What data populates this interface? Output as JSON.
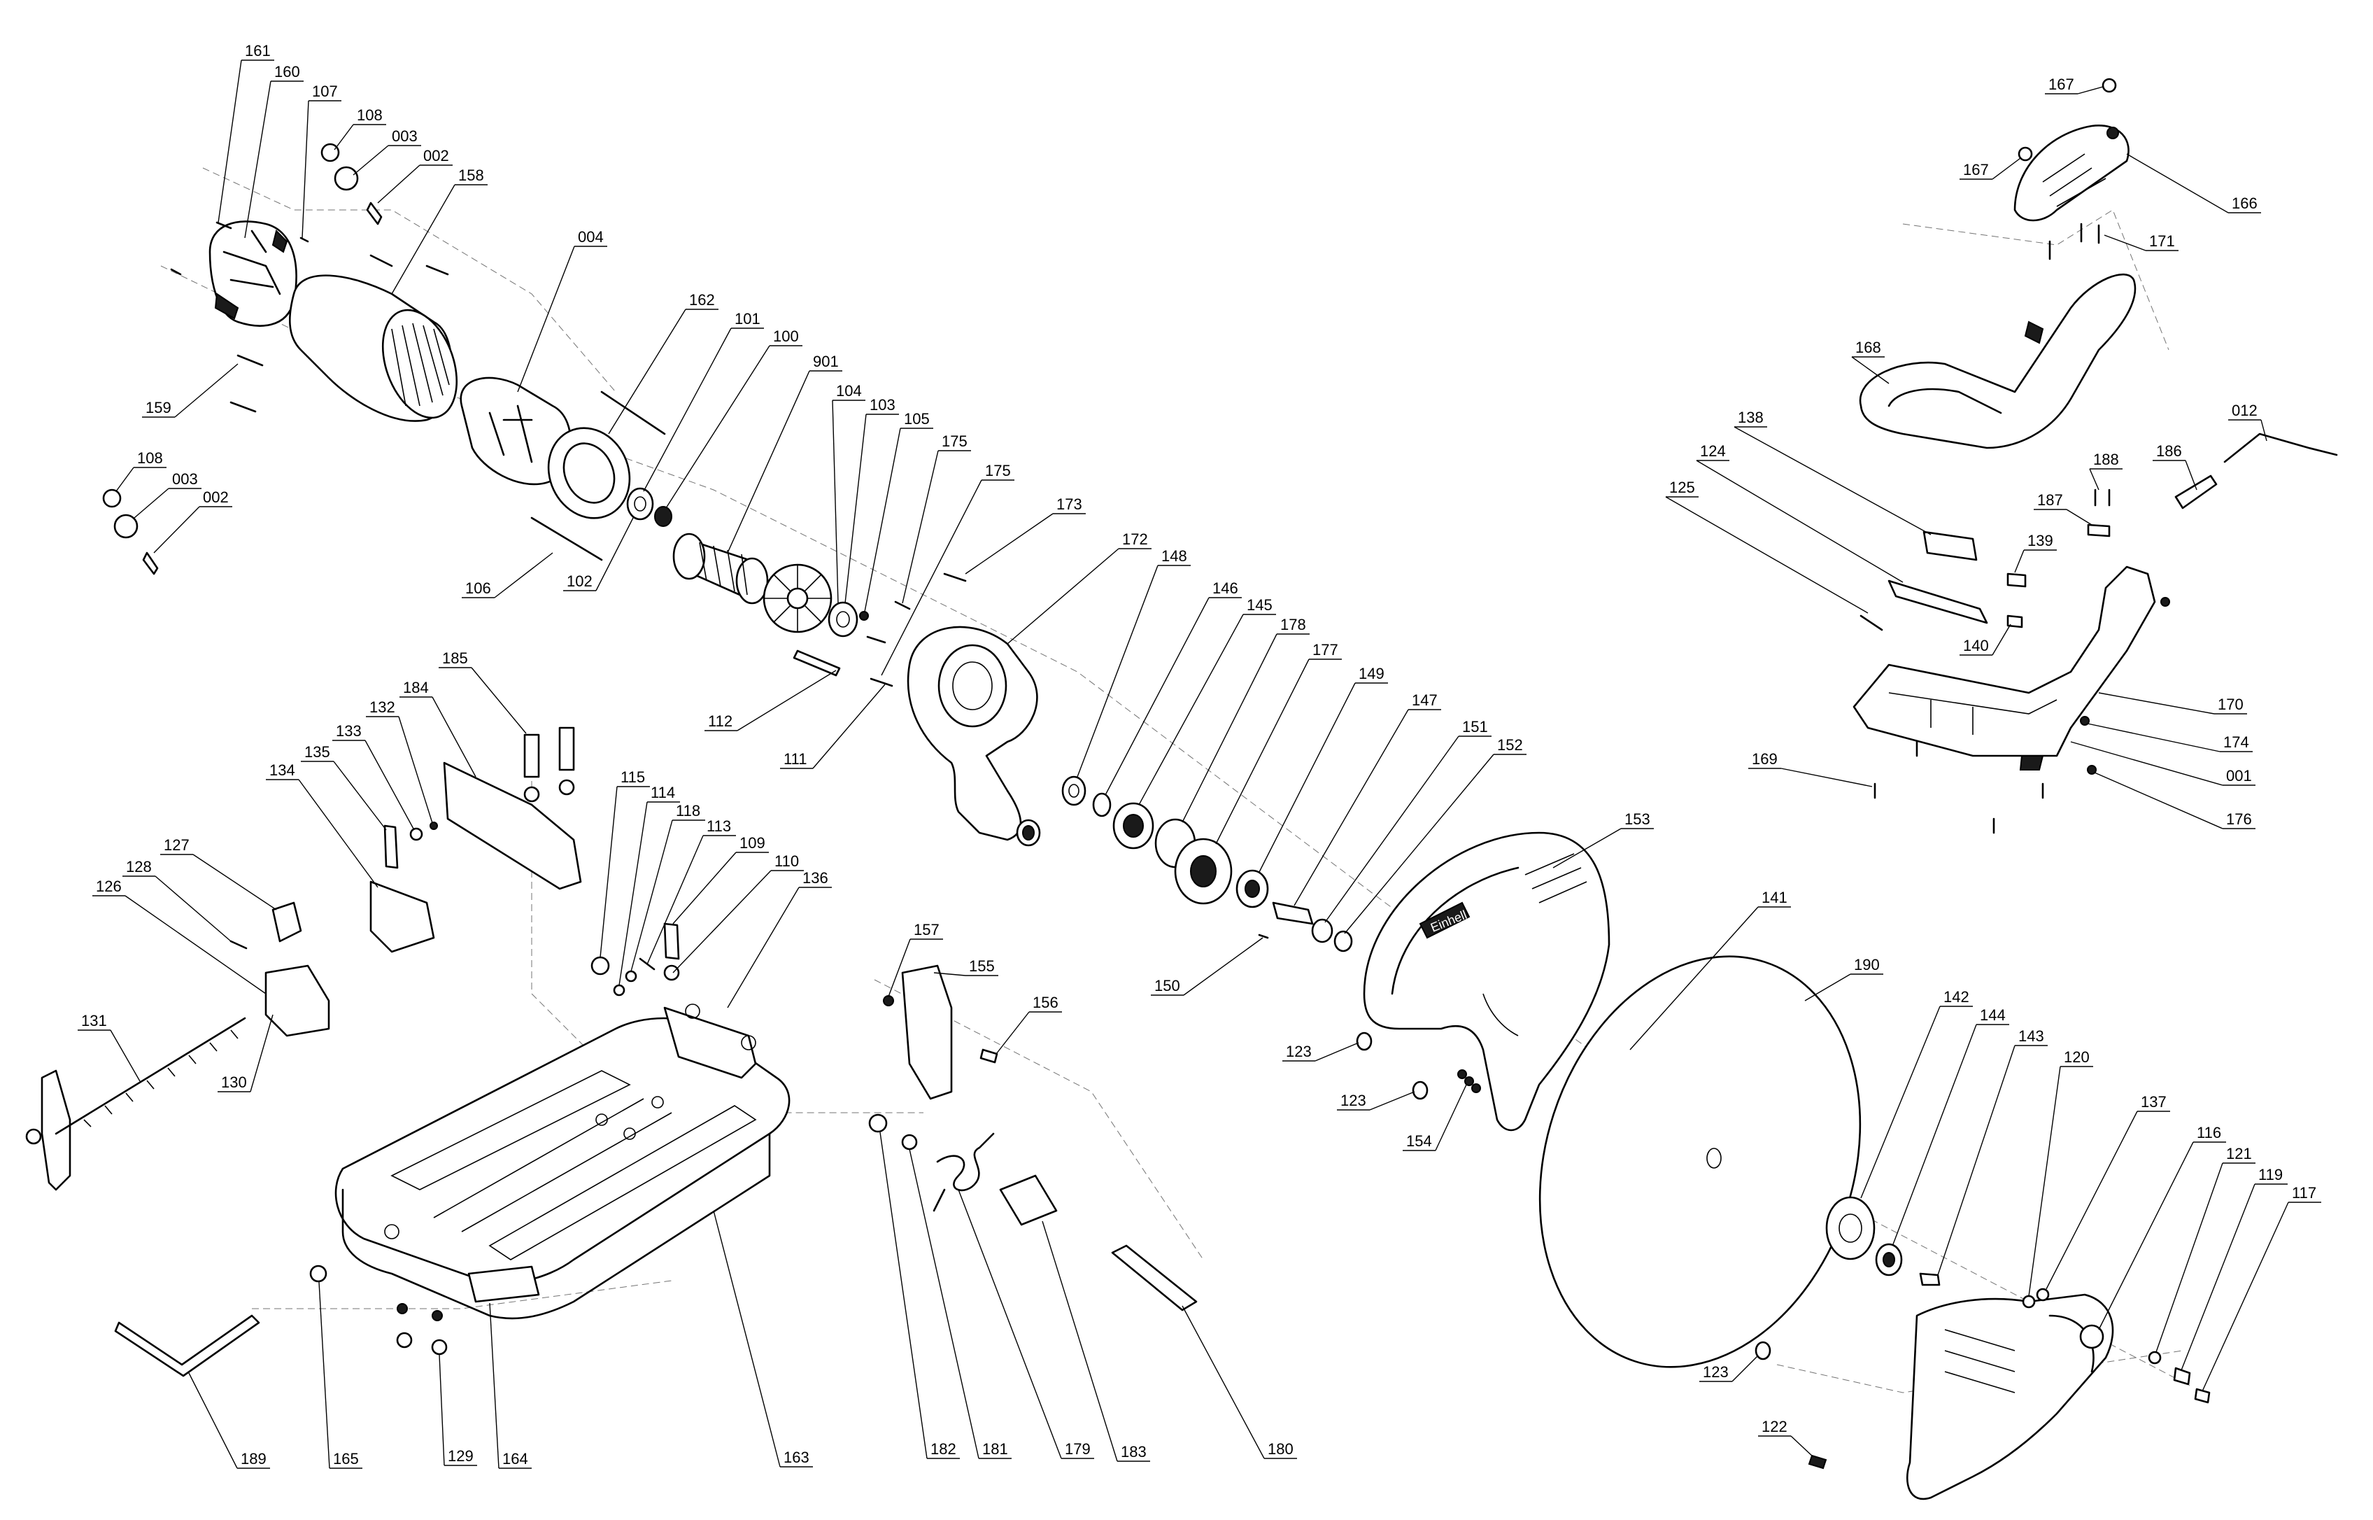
{
  "brand_mark": "Einhell",
  "callout_labels": [
    "161",
    "160",
    "107",
    "108",
    "003",
    "002",
    "158",
    "004",
    "162",
    "101",
    "100",
    "901",
    "159",
    "108",
    "003",
    "002",
    "106",
    "102",
    "104",
    "103",
    "105",
    "175",
    "175",
    "173",
    "112",
    "111",
    "172",
    "148",
    "146",
    "145",
    "178",
    "177",
    "149",
    "147",
    "151",
    "152",
    "153",
    "150",
    "185",
    "184",
    "132",
    "133",
    "135",
    "134",
    "127",
    "128",
    "126",
    "131",
    "130",
    "115",
    "114",
    "118",
    "113",
    "109",
    "110",
    "136",
    "157",
    "155",
    "156",
    "123",
    "123",
    "154",
    "141",
    "190",
    "142",
    "144",
    "143",
    "120",
    "137",
    "116",
    "121",
    "119",
    "117",
    "123",
    "122",
    "189",
    "165",
    "129",
    "164",
    "163",
    "182",
    "181",
    "179",
    "183",
    "180",
    "167",
    "167",
    "166",
    "171",
    "168",
    "138",
    "124",
    "125",
    "139",
    "140",
    "188",
    "187",
    "186",
    "012",
    "170",
    "174",
    "001",
    "176",
    "169"
  ]
}
